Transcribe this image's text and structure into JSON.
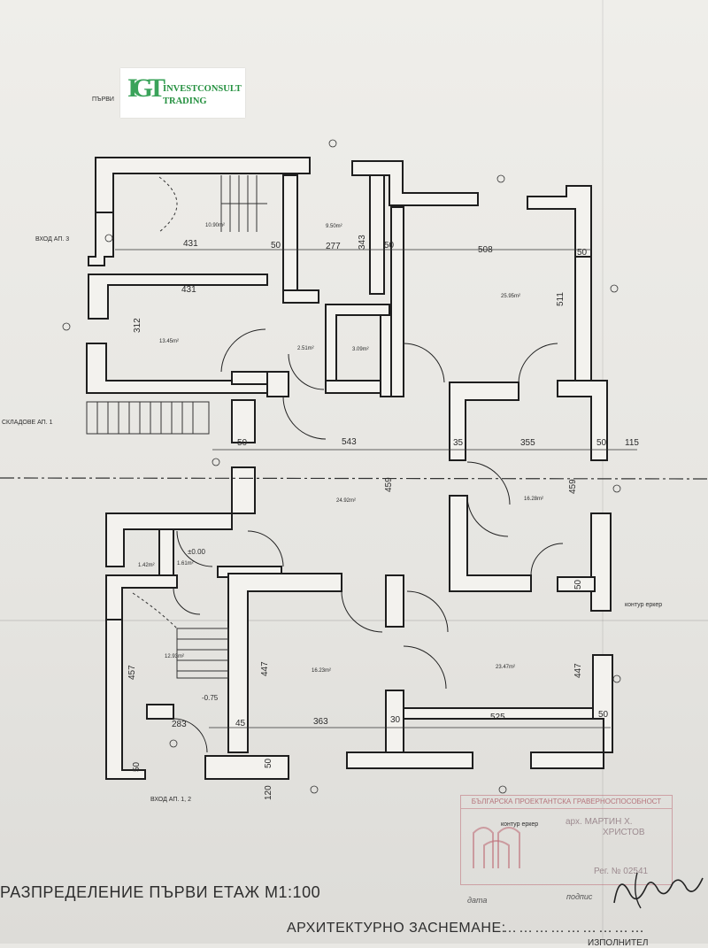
{
  "logo": {
    "mark": "IGT",
    "line1": "INVESTCONSULT",
    "line2": "TRADING"
  },
  "labels": {
    "parvi_top": "ПЪРВИ",
    "vhod_ap3": "ВХОД АП. 3",
    "skladove": "СКЛАДОВЕ АП. 1",
    "vhod_ap12": "ВХОД АП. 1, 2",
    "kontur_erker_right": "контур еркер",
    "kontur_erker_stamp": "контур еркер"
  },
  "rooms": [
    {
      "area": "10.90m²"
    },
    {
      "area": "9.50m²"
    },
    {
      "area": "25.95m²"
    },
    {
      "area": "13.45m²"
    },
    {
      "area": "2.51m²"
    },
    {
      "area": "3.09m²"
    },
    {
      "area": "24.92m²"
    },
    {
      "area": "16.28m²"
    },
    {
      "area": "1.42m²"
    },
    {
      "area": "1.61m²"
    },
    {
      "area": "12.93m²"
    },
    {
      "area": "16.23m²"
    },
    {
      "area": "23.47m²"
    }
  ],
  "levels": {
    "ground": "±0.00",
    "lower": "-0.75"
  },
  "dimensions": {
    "d431a": "431",
    "d50a": "50",
    "d277": "277",
    "d343": "343",
    "d50b": "50",
    "d508": "508",
    "d50c": "50",
    "d431b": "431",
    "d312": "312",
    "d511": "511",
    "d50d": "50",
    "d543": "543",
    "d35": "35",
    "d355": "355",
    "d50e": "50",
    "d115": "115",
    "d459a": "459",
    "d459b": "459",
    "d457": "457",
    "d447a": "447",
    "d447b": "447",
    "d50f": "50",
    "d283": "283",
    "d45": "45",
    "d363": "363",
    "d30": "30",
    "d525": "525",
    "d50g": "50",
    "d50h": "50",
    "d50i": "50",
    "d120": "120"
  },
  "stamp": {
    "header": "БЪЛГАРСКА ПРОЕКТАНТСКА ГРАВЕРНОСПОСОБНОСТ",
    "line1": "арх. МАРТИН Х.",
    "line2": "ХРИСТОВ",
    "line3": "Рег. № 02541"
  },
  "footer": {
    "title1": "РАЗПРЕДЕЛЕНИЕ ПЪРВИ ЕТАЖ  М1:100",
    "title2": "АРХИТЕКТУРНО  ЗАСНЕМАНЕ:",
    "dots": "………………………",
    "data_label": "дата",
    "podpis_label": "подпис",
    "bottom_cut": "ИЗПОЛНИТЕЛ"
  },
  "colors": {
    "wall": "#f2f1ed",
    "wall_stroke": "#1e1e1e",
    "logo_green": "#2f9a4c"
  }
}
